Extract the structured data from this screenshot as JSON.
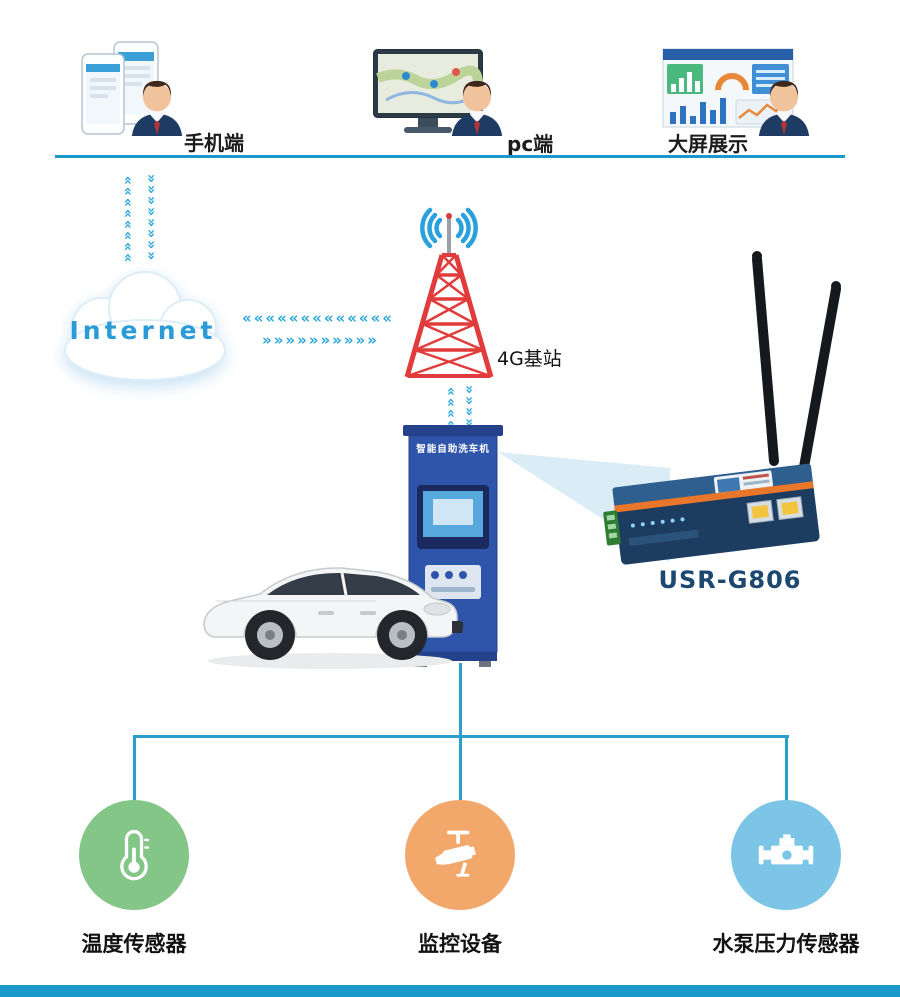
{
  "palette": {
    "accent_blue": "#1899c9",
    "arrow_blue": "#29a7db",
    "tower_red": "#e23b3b",
    "internet_text_blue": "#2b9bd7",
    "router_body_navy": "#1c3c60",
    "kiosk_blue": "#2f55ab",
    "sensor_green": "#84c687",
    "sensor_orange": "#f2a76b",
    "sensor_light_blue": "#7cc5e7",
    "label_dark": "#111111"
  },
  "clients": [
    {
      "id": "mobile",
      "label": "手机端"
    },
    {
      "id": "pc",
      "label": "pc端"
    },
    {
      "id": "big-screen",
      "label": "大屏展示"
    }
  ],
  "internet": {
    "label": "Internet"
  },
  "base_station": {
    "label": "4G基站"
  },
  "car_wash_kiosk": {
    "title": "智能自助洗车机"
  },
  "router": {
    "model": "USR-G806"
  },
  "sensors": [
    {
      "id": "temperature",
      "label": "温度传感器",
      "icon": "thermometer-icon",
      "color": "#84c687"
    },
    {
      "id": "monitoring",
      "label": "监控设备",
      "icon": "cctv-camera-icon",
      "color": "#f2a76b"
    },
    {
      "id": "pump-pressure",
      "label": "水泵压力传感器",
      "icon": "water-pump-icon",
      "color": "#7cc5e7"
    }
  ],
  "flow_arrows": {
    "up_column": "»»»»»»»»",
    "down_column": "»»»»»»»»",
    "left_row": "«««««««««««««",
    "right_row": "»»»»»»»»»»",
    "up_column_short": "»»»»",
    "down_column_short": "»»»»"
  }
}
